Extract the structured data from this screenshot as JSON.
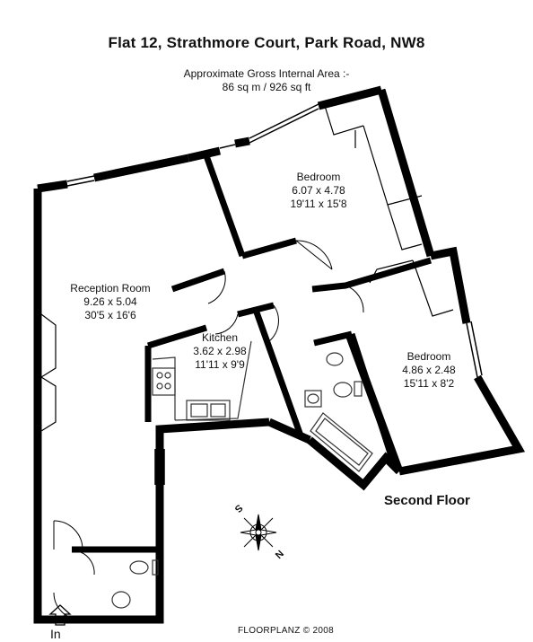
{
  "header": {
    "title": "Flat 12, Strathmore Court, Park Road, NW8",
    "area_line1": "Approximate Gross Internal Area :-",
    "area_line2": "86 sq m / 926 sq ft"
  },
  "rooms": {
    "bedroom1": {
      "name": "Bedroom",
      "metric": "6.07 x 4.78",
      "imperial": "19'11 x 15'8"
    },
    "reception": {
      "name": "Reception Room",
      "metric": "9.26 x 5.04",
      "imperial": "30'5 x 16'6"
    },
    "kitchen": {
      "name": "Kitchen",
      "metric": "3.62 x 2.98",
      "imperial": "11'11 x 9'9"
    },
    "bedroom2": {
      "name": "Bedroom",
      "metric": "4.86 x 2.48",
      "imperial": "15'11 x 8'2"
    }
  },
  "floor_label": "Second Floor",
  "entry_label": "In",
  "credit": "FLOORPLANZ  ©  2008",
  "compass": {
    "north": "N",
    "south": "S"
  },
  "colors": {
    "wall": "#000000",
    "background": "#ffffff",
    "fixture": "#333333"
  }
}
